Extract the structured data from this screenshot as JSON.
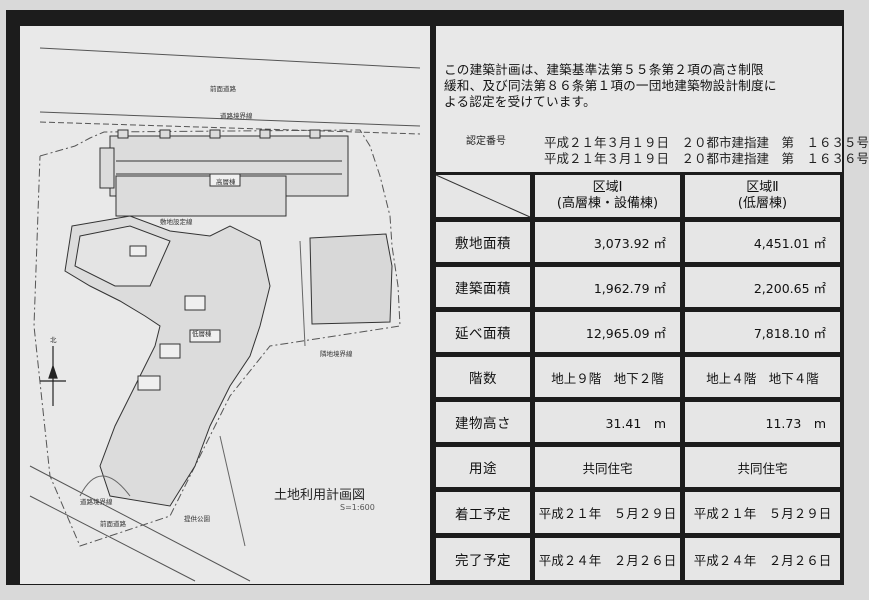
{
  "notice": {
    "lines": [
      "この建築計画は、建築基準法第５５条第２項の高さ制限",
      "緩和、及び同法第８６条第１項の一団地建築物設計制度に",
      "よる認定を受けています。"
    ],
    "cert_label": "認定番号",
    "cert_numbers": [
      "平成２１年３月１９日　２０都市建指建　第　１６３５号",
      "平成２１年３月１９日　２０都市建指建　第　１６３６号"
    ]
  },
  "table": {
    "columns": [
      {
        "line1": "区域Ⅰ",
        "line2": "(高層棟・設備棟)"
      },
      {
        "line1": "区域Ⅱ",
        "line2": "(低層棟)"
      }
    ],
    "rows": [
      {
        "label": "敷地面積",
        "zone1": "3,073.92 ㎡",
        "zone2": "4,451.01 ㎡"
      },
      {
        "label": "建築面積",
        "zone1": "1,962.79 ㎡",
        "zone2": "2,200.65 ㎡"
      },
      {
        "label": "延べ面積",
        "zone1": "12,965.09 ㎡",
        "zone2": "7,818.10 ㎡"
      },
      {
        "label": "階数",
        "zone1": "地上９階　地下２階",
        "zone2": "地上４階　地下４階"
      },
      {
        "label": "建物高さ",
        "zone1": "31.41　m",
        "zone2": "11.73　m"
      },
      {
        "label": "用途",
        "zone1": "共同住宅",
        "zone2": "共同住宅"
      },
      {
        "label": "着工予定",
        "zone1": "平成２１年　５月２９日",
        "zone2": "平成２１年　５月２９日"
      },
      {
        "label": "完了予定",
        "zone1": "平成２４年　２月２６日",
        "zone2": "平成２４年　２月２６日"
      }
    ]
  },
  "map": {
    "title": "土地利用計画図",
    "scale": "S=1:600",
    "labels": {
      "front_road": "前面道路",
      "road_boundary": "道路境界線",
      "high_rise": "高層棟",
      "low_rise": "低層棟",
      "site_line": "敷地設定線",
      "adjacent_boundary": "隣地境界線",
      "public_space": "提供公園",
      "north": "北"
    }
  }
}
